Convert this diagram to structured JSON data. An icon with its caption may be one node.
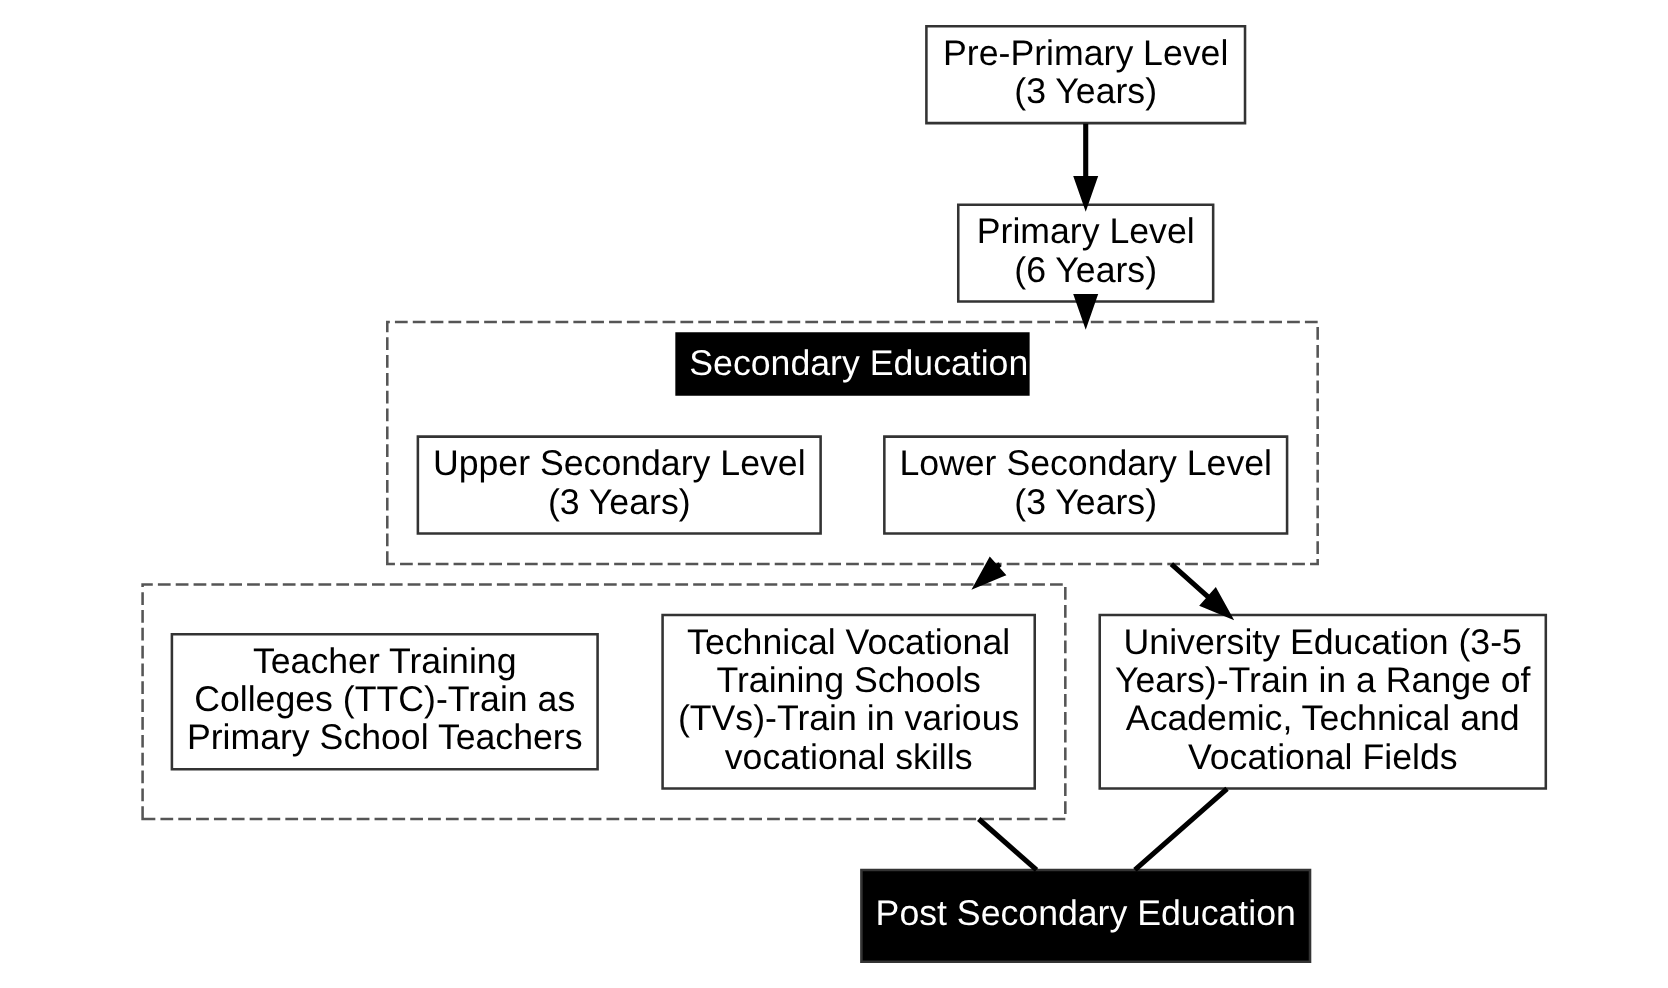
{
  "diagram": {
    "nodes": [
      {
        "text": [
          "Pre-Primary Level (3 Years)"
        ]
      },
      {
        "text": [
          "Primary Level (6 Years)"
        ]
      },
      {
        "text": [
          "Secondary Education"
        ]
      },
      {
        "text": [
          "Lower Secondary Level (3 Years)"
        ],
        "in": 2
      },
      {
        "text": [
          "Upper Secondary Level (3 Years)"
        ],
        "in": 2
      },
      {
        "text": [],
        "shape": "box"
      },
      {
        "text": [
          "Technical Vocational Training Schools (TVs)-Train in various vocational skills"
        ],
        "in": 5
      },
      {
        "text": [
          "Teacher Training Colleges (TTC)-Train as Primary School Teachers"
        ],
        "in": 5
      },
      {
        "text": [
          "University Education (3-5 Years)-Train in a Range of Academic, Technical and Vocational Fields"
        ]
      },
      {
        "text": [
          "Post Secondary Education"
        ]
      }
    ],
    "edges": [
      {
        "from": 0,
        "to": 1,
        "arrow": "to"
      },
      {
        "from": 1,
        "to": 2,
        "arrow": "to"
      },
      {
        "from": 2,
        "to": 5,
        "arrow": "to"
      },
      {
        "from": 2,
        "to": 8,
        "arrow": "to"
      },
      {
        "from": 5,
        "to": 9,
        "arrow": "none"
      },
      {
        "from": 8,
        "to": 9,
        "arrow": "none"
      }
    ]
  }
}
